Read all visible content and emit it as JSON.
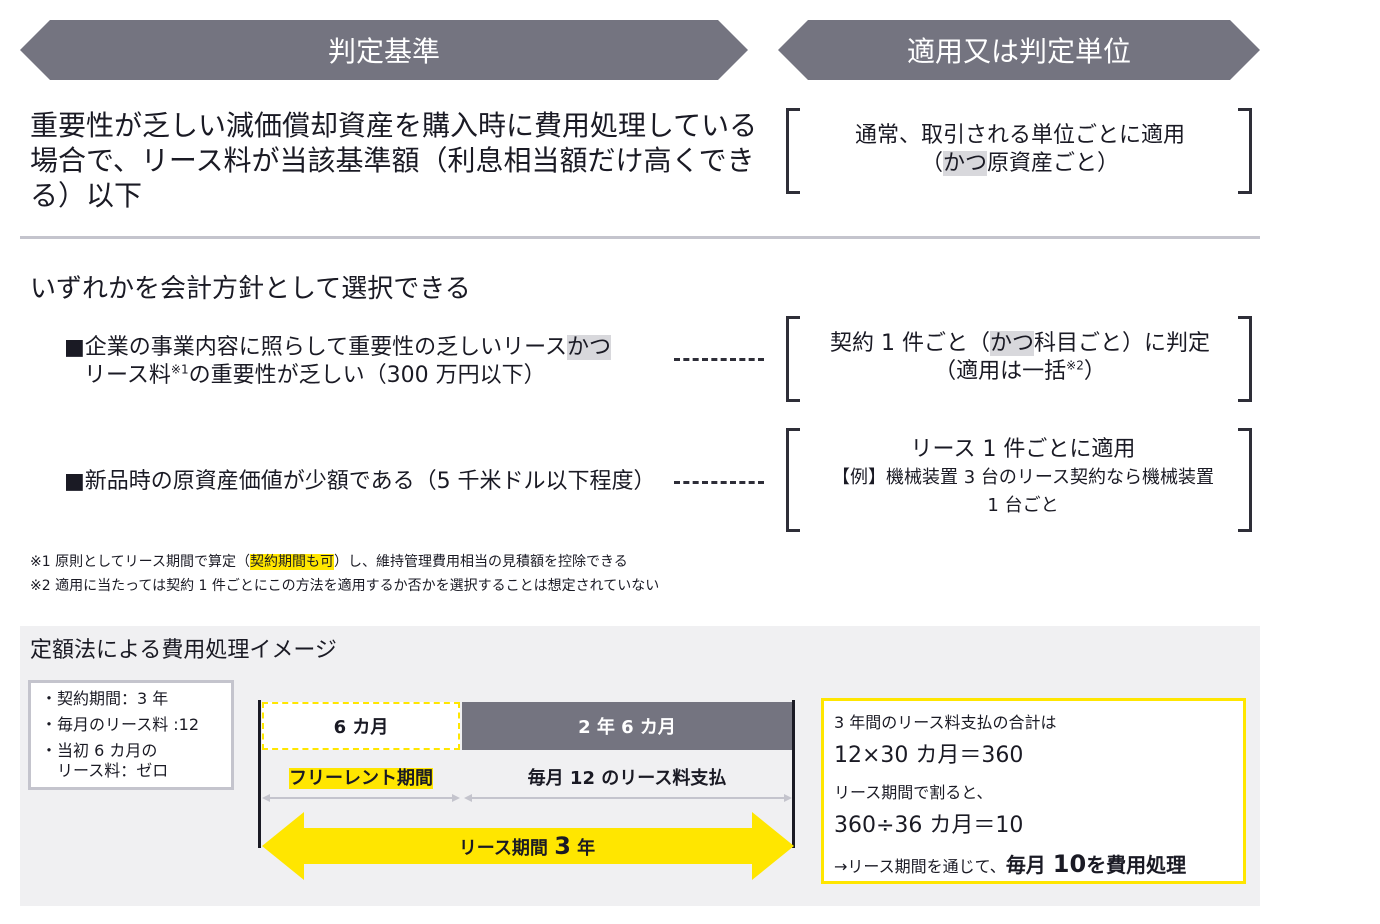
{
  "header": {
    "left": "判定基準",
    "right": "適用又は判定単位"
  },
  "criterion_main": {
    "text": "重要性が乏しい減価償却資産を購入時に費用処理している場合で、リース料が当該基準額（利息相当額だけ高くできる）以下",
    "unit_line1": "通常、取引される単位ごとに適用",
    "unit_line2_open": "（",
    "unit_line2_hl": "かつ",
    "unit_line2_rest": "原資産ごと）"
  },
  "choose_text": "いずれかを会計方針として選択できる",
  "option1": {
    "line1_a": "■企業の事業内容に照らして重要性の乏しいリース",
    "line1_hl": "かつ",
    "line2_a": "リース料",
    "line2_sup": "※1",
    "line2_b": "の重要性が乏しい（300 万円以下）",
    "unit_a": "契約 1 件ごと（",
    "unit_hl": "かつ",
    "unit_b": "科目ごと）に判定",
    "unit2_a": "（適用は一括",
    "unit2_sup": "※2",
    "unit2_b": "）"
  },
  "option2": {
    "text": "■新品時の原資産価値が少額である（5 千米ドル以下程度）",
    "unit_line1": "リース 1 件ごとに適用",
    "unit_line2": "【例】機械装置 3 台のリース契約なら機械装置",
    "unit_line3": "1 台ごと"
  },
  "notes": {
    "n1_a": "※1 原則としてリース期間で算定（",
    "n1_hl": "契約期間も可",
    "n1_b": "）し、維持管理費用相当の見積額を控除できる",
    "n2": "※2 適用に当たっては契約 1 件ごとにこの方法を適用するか否かを選択することは想定されていない"
  },
  "example": {
    "title": "定額法による費用処理イメージ",
    "conditions": [
      "・契約期間：3 年",
      "・毎月のリース料 :12",
      "・当初 6 カ月の",
      "　リース料：ゼロ"
    ],
    "free_period_duration": "6 カ月",
    "paid_period_duration": "2 年 6 カ月",
    "free_label": "フリーレント期間",
    "paid_label": "毎月 12 のリース料支払",
    "arrow_label_a": "リース期間 ",
    "arrow_label_b": "3",
    "arrow_label_c": " 年",
    "result": {
      "line1": "3 年間のリース料支払の合計は",
      "line2": "12×30 カ月＝360",
      "line3": "リース期間で割ると、",
      "line4": "360÷36 カ月＝10",
      "line5_a": "→リース期間を通じて、",
      "line5_b": "毎月 ",
      "line5_c": "10",
      "line5_d": "を費用処理"
    }
  },
  "colors": {
    "banner": "#747480",
    "accent_yellow": "#ffe600",
    "highlight_gray": "#d8d8dc",
    "panel_bg": "#f0f0f2"
  }
}
